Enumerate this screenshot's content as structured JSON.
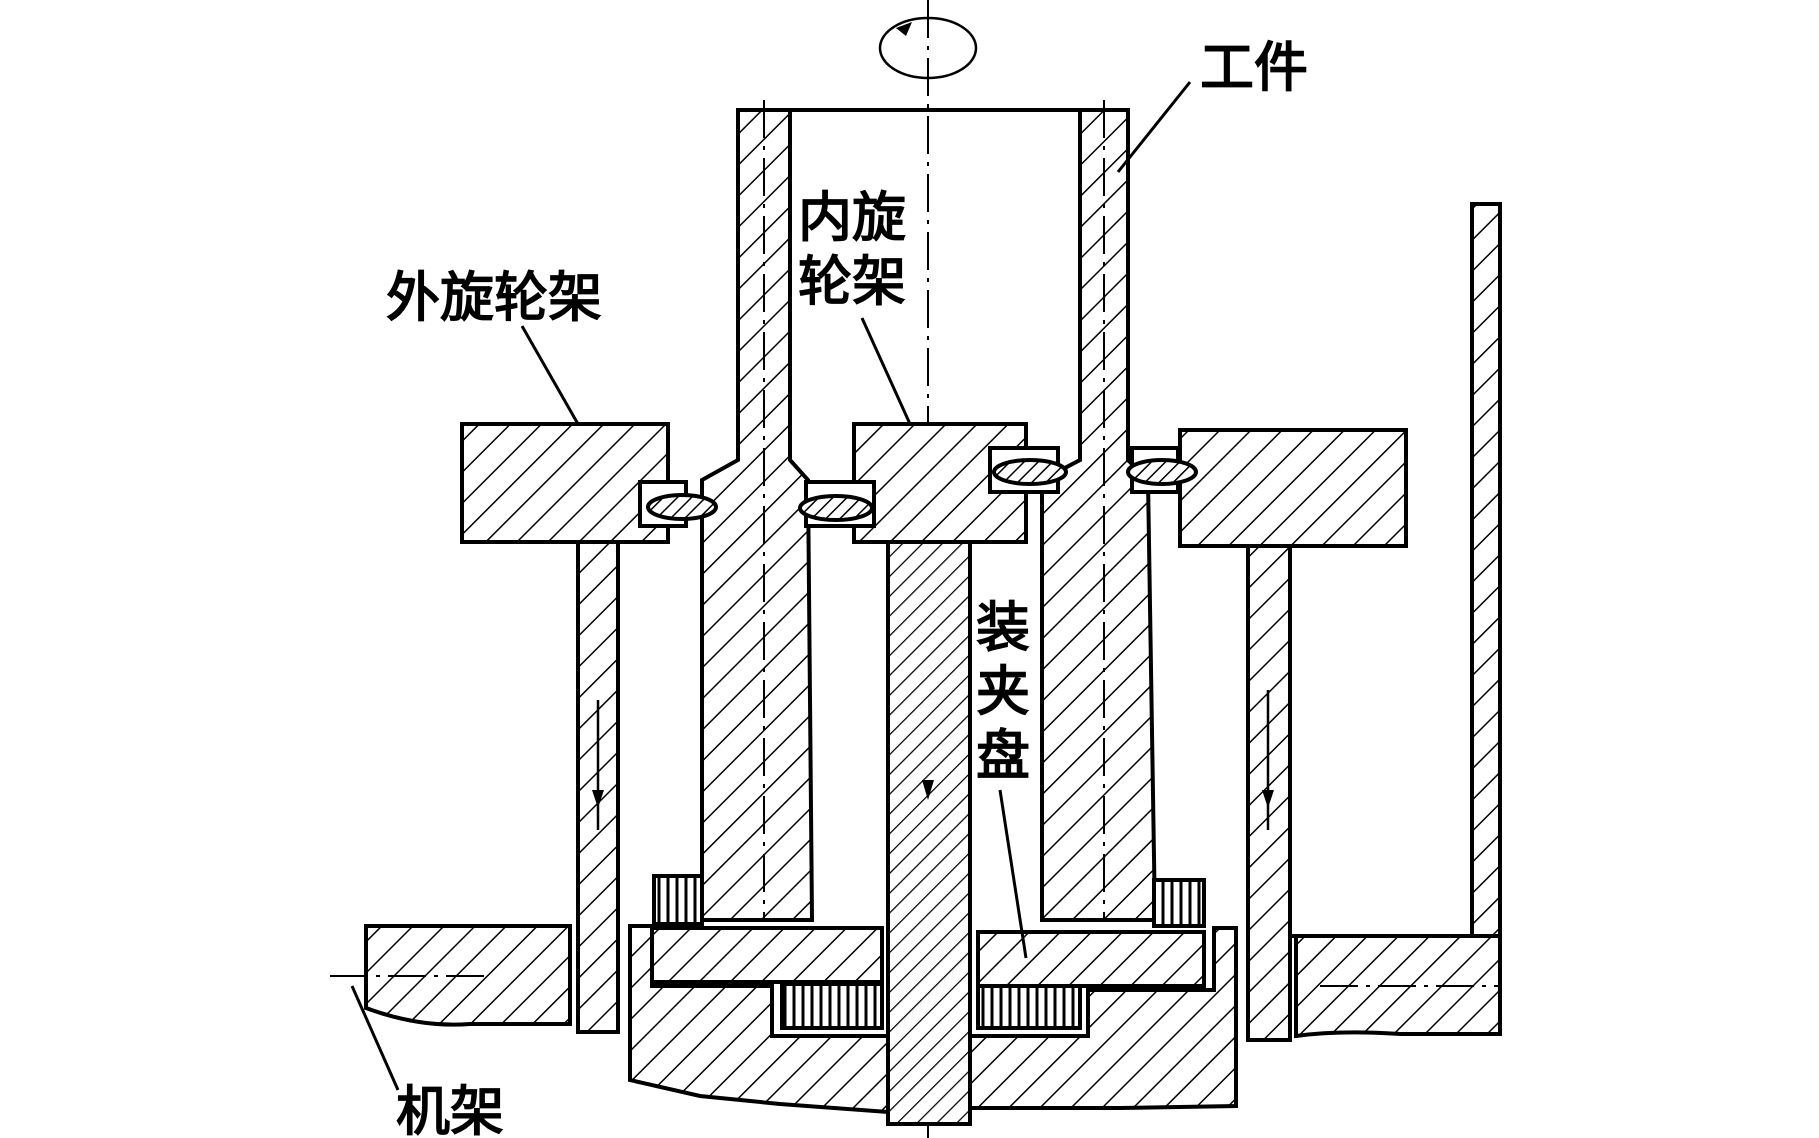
{
  "labels": {
    "workpiece": "工件",
    "inner_spinning_frame_line1": "内旋",
    "inner_spinning_frame_line2": "轮架",
    "outer_spinning_frame": "外旋轮架",
    "clamping_disk_line1": "装",
    "clamping_disk_line2": "夹",
    "clamping_disk_line3": "盘",
    "machine_frame": "机架"
  },
  "colors": {
    "line": "#000000",
    "background": "#ffffff"
  }
}
